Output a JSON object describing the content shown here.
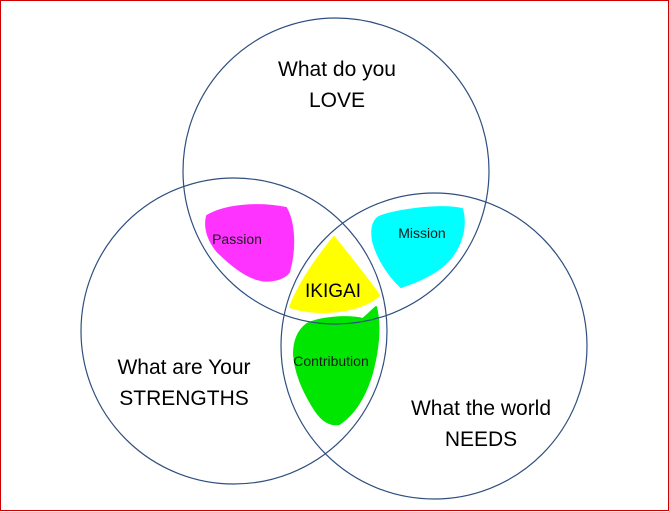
{
  "circles": {
    "love": {
      "line1": "What do you",
      "line2": "LOVE"
    },
    "strengths": {
      "line1": "What are Your",
      "line2": "STRENGTHS"
    },
    "needs": {
      "line1": "What the world",
      "line2": "NEEDS"
    }
  },
  "intersections": {
    "passion": {
      "label": "Passion",
      "color": "#ff33ff"
    },
    "mission": {
      "label": "Mission",
      "color": "#00ffff"
    },
    "contribution": {
      "label": "Contribution",
      "color": "#00e600"
    },
    "center": {
      "label": "IKIGAI",
      "color": "#ffff00"
    }
  },
  "colors": {
    "circle_stroke": "#2f4f7f",
    "frame_border": "#cc0000"
  }
}
